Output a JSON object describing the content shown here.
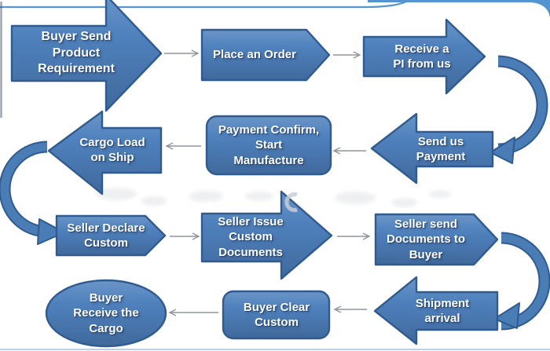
{
  "colors": {
    "background": "#ffffff",
    "shape-fill": "#4f81bd",
    "shape-fill-top": "#6a95c7",
    "shape-fill-bottom": "#40699c",
    "shape-border": "#2f5b8f",
    "curve-fill": "#4a7cb5",
    "label-text": "#ffffff",
    "connector": "#8f969e",
    "frame": "#5494d0",
    "frame-bottom": "#bcd0e8"
  },
  "nodes": [
    {
      "id": "buyer-send-product-requirement",
      "shape": "block-arrow-right",
      "label": "Buyer Send\nProduct\nRequirement"
    },
    {
      "id": "place-an-order",
      "shape": "pentagon-arrow-right",
      "label": "Place an Order"
    },
    {
      "id": "receive-a-pi-from-us",
      "shape": "block-arrow-right",
      "label": "Receive a\nPI from us"
    },
    {
      "id": "send-us-payment",
      "shape": "block-arrow-left",
      "label": "Send us\nPayment"
    },
    {
      "id": "payment-confirm-start-manufacture",
      "shape": "rounded-rect",
      "label": "Payment Confirm,\nStart\nManufacture"
    },
    {
      "id": "cargo-load-on-ship",
      "shape": "block-arrow-left",
      "label": "Cargo Load\non Ship"
    },
    {
      "id": "seller-declare-custom",
      "shape": "pentagon-arrow-right",
      "label": "Seller Declare\nCustom"
    },
    {
      "id": "seller-issue-custom-documents",
      "shape": "block-arrow-right",
      "label": "Seller Issue\nCustom\nDocuments"
    },
    {
      "id": "seller-send-documents-to-buyer",
      "shape": "pentagon-arrow-right",
      "label": "Seller send\nDocuments to\nBuyer"
    },
    {
      "id": "shipment-arrival",
      "shape": "block-arrow-left",
      "label": "Shipment\narrival"
    },
    {
      "id": "buyer-clear-custom",
      "shape": "rounded-rect",
      "label": "Buyer Clear\nCustom"
    },
    {
      "id": "buyer-receive-the-cargo",
      "shape": "ellipse",
      "label": "Buyer\nReceive the\nCargo"
    }
  ],
  "flow_order": [
    "buyer-send-product-requirement",
    "place-an-order",
    "receive-a-pi-from-us",
    "send-us-payment",
    "payment-confirm-start-manufacture",
    "cargo-load-on-ship",
    "seller-declare-custom",
    "seller-issue-custom-documents",
    "seller-send-documents-to-buyer",
    "shipment-arrival",
    "buyer-clear-custom",
    "buyer-receive-the-cargo"
  ]
}
